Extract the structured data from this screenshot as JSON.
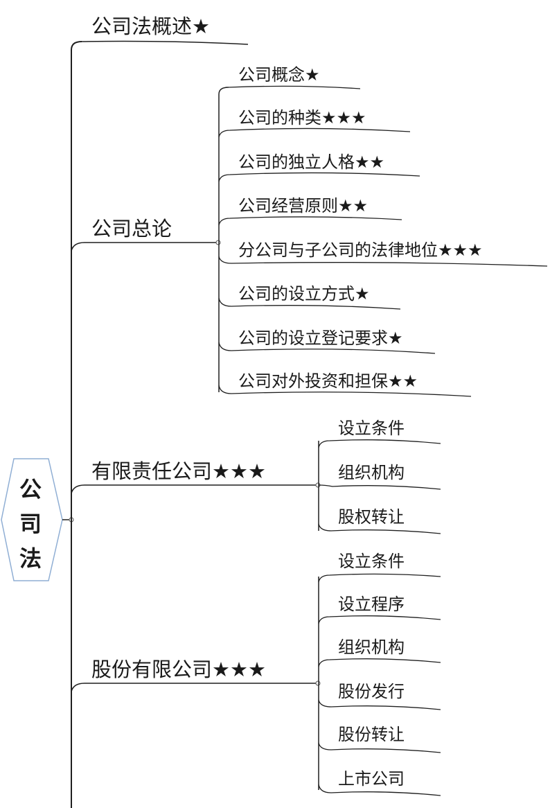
{
  "root": {
    "chars": [
      "公",
      "司",
      "法"
    ]
  },
  "branches": [
    {
      "label": "公司法概述★",
      "children": []
    },
    {
      "label": "公司总论",
      "children": [
        "公司概念★",
        "公司的种类★★★",
        "公司的独立人格★★",
        "公司经营原则★★",
        "分公司与子公司的法律地位★★★",
        "公司的设立方式★",
        "公司的设立登记要求★",
        "公司对外投资和担保★★"
      ]
    },
    {
      "label": "有限责任公司★★★",
      "children": [
        "设立条件",
        "组织机构",
        "股权转让"
      ]
    },
    {
      "label": "股份有限公司★★★",
      "children": [
        "设立条件",
        "设立程序",
        "组织机构",
        "股份发行",
        "股份转让",
        "上市公司"
      ]
    }
  ],
  "colors": {
    "line": "#1f1f1f",
    "box_border": "#8faed4",
    "box_fill": "#ffffff"
  }
}
